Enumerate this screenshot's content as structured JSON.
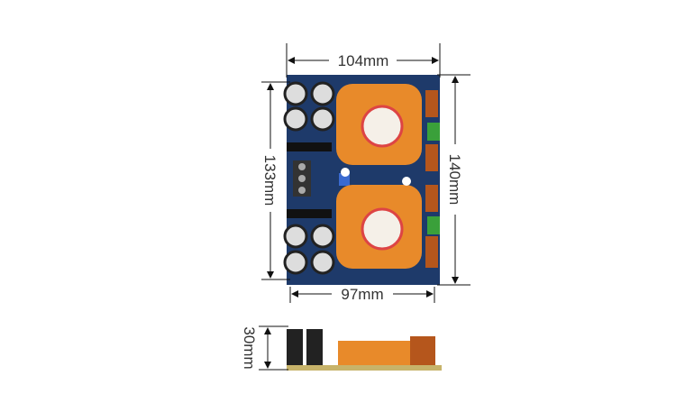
{
  "dimensions": {
    "top_width": "104mm",
    "bottom_width": "97mm",
    "left_height": "133mm",
    "right_height": "140mm",
    "side_height": "30mm"
  },
  "colors": {
    "board": "#1e3a6a",
    "heatsink": "#e88a2a",
    "inductor": "#b5561c"
  }
}
